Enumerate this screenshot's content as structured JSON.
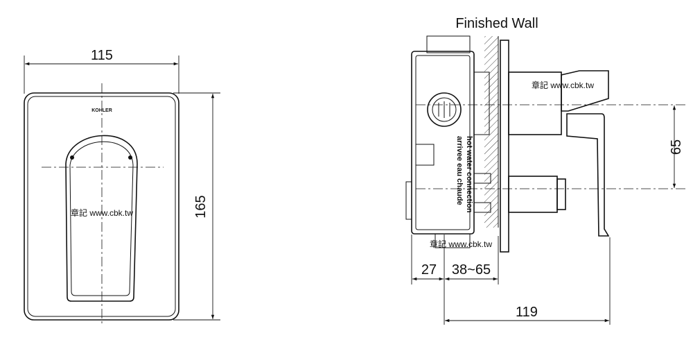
{
  "labels": {
    "finished_wall": "Finished Wall",
    "brand": "KOHLER",
    "note_line1": "hot water connection",
    "note_line2": "arrivee eau chaude",
    "watermark": "章記 www.cbk.tw"
  },
  "dimensions": {
    "front_width": "115",
    "front_height": "165",
    "side_depth_back": "27",
    "side_wall_range": "38~65",
    "side_total_depth": "119",
    "side_outlet_spacing": "65"
  }
}
